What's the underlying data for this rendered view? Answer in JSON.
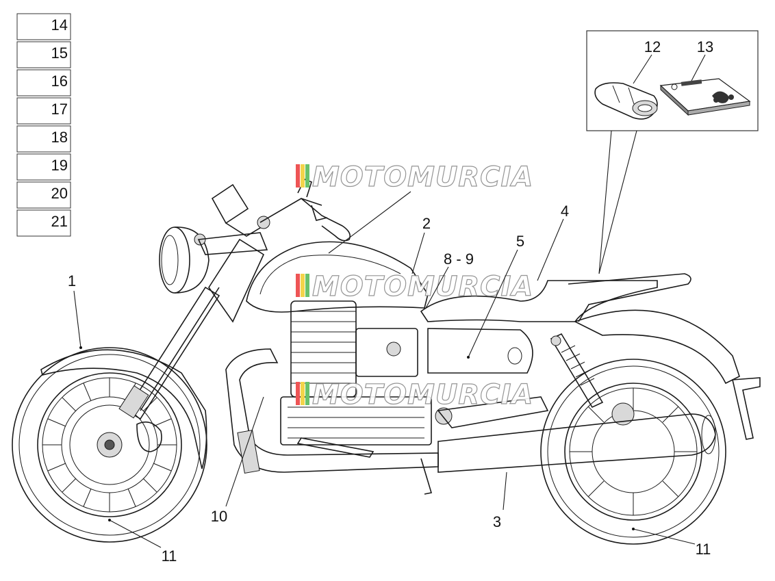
{
  "index_boxes": [
    "14",
    "15",
    "16",
    "17",
    "18",
    "19",
    "20",
    "21"
  ],
  "callouts": {
    "c1": "1",
    "c2": "2",
    "c3": "3",
    "c4": "4",
    "c5": "5",
    "c8_9": "8 - 9",
    "c10": "10",
    "c11_front": "11",
    "c11_rear": "11",
    "c12": "12",
    "c13": "13"
  },
  "watermark": "MOTOMURCIA",
  "icons": [
    "motorcycle-side-view",
    "tool-pouch-icon",
    "owner-manual-booklet-icon"
  ]
}
